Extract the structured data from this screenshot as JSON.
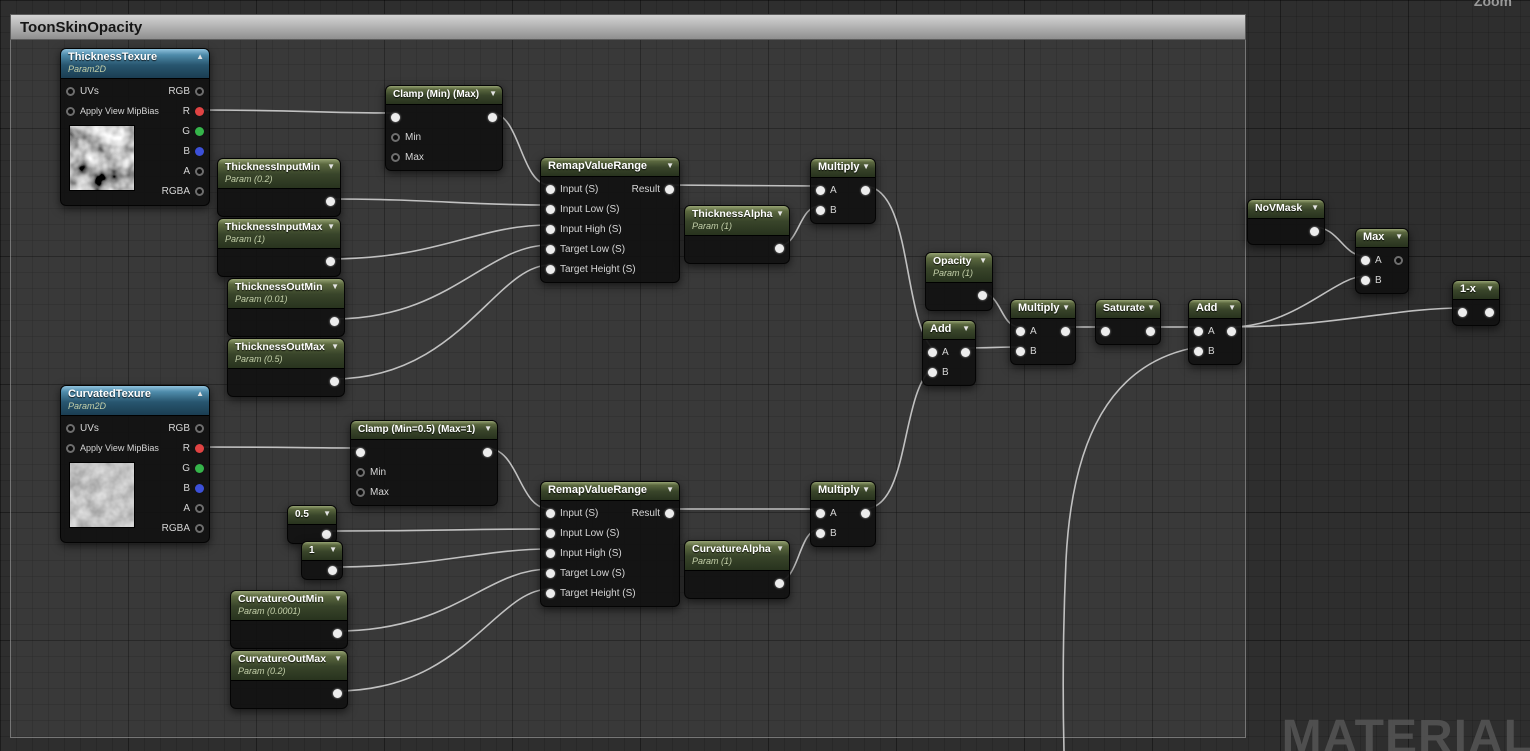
{
  "comment": {
    "title": "ToonSkinOpacity"
  },
  "hud": {
    "zoom": "Zoom",
    "watermark": "MATERIAL"
  },
  "shared": {
    "texPins": {
      "uvs": "UVs",
      "mip": "Apply View MipBias",
      "rgb": "RGB",
      "r": "R",
      "g": "G",
      "b": "B",
      "a": "A",
      "rgba": "RGBA"
    },
    "math": {
      "a": "A",
      "b": "B"
    },
    "clampPins": {
      "min": "Min",
      "max": "Max"
    },
    "remap": {
      "title": "RemapValueRange",
      "input": "Input (S)",
      "inputLow": "Input Low (S)",
      "inputHigh": "Input High (S)",
      "targetLow": "Target Low (S)",
      "targetHeight": "Target Height (S)",
      "result": "Result"
    }
  },
  "nodes": {
    "thicknessTexture": {
      "title": "ThicknessTexure",
      "subtitle": "Param2D"
    },
    "curvatedTexture": {
      "title": "CurvatedTexure",
      "subtitle": "Param2D"
    },
    "clamp1": {
      "title": "Clamp (Min) (Max)"
    },
    "clamp2": {
      "title": "Clamp (Min=0.5) (Max=1)"
    },
    "thicknessInputMin": {
      "title": "ThicknessInputMin",
      "subtitle": "Param (0.2)"
    },
    "thicknessInputMax": {
      "title": "ThicknessInputMax",
      "subtitle": "Param (1)"
    },
    "thicknessOutMin": {
      "title": "ThicknessOutMin",
      "subtitle": "Param (0.01)"
    },
    "thicknessOutMax": {
      "title": "ThicknessOutMax",
      "subtitle": "Param (0.5)"
    },
    "thicknessAlpha": {
      "title": "ThicknessAlpha",
      "subtitle": "Param (1)"
    },
    "curvatureOutMin": {
      "title": "CurvatureOutMin",
      "subtitle": "Param (0.0001)"
    },
    "curvatureOutMax": {
      "title": "CurvatureOutMax",
      "subtitle": "Param (0.2)"
    },
    "curvatureAlpha": {
      "title": "CurvatureAlpha",
      "subtitle": "Param (1)"
    },
    "opacity": {
      "title": "Opacity",
      "subtitle": "Param (1)"
    },
    "multiply": {
      "title": "Multiply"
    },
    "add": {
      "title": "Add"
    },
    "saturate": {
      "title": "Saturate"
    },
    "max": {
      "title": "Max"
    },
    "oneMinusX": {
      "title": "1-x"
    },
    "noVMask": {
      "title": "NoVMask"
    },
    "const05": {
      "title": "0.5"
    },
    "const1": {
      "title": "1"
    }
  }
}
